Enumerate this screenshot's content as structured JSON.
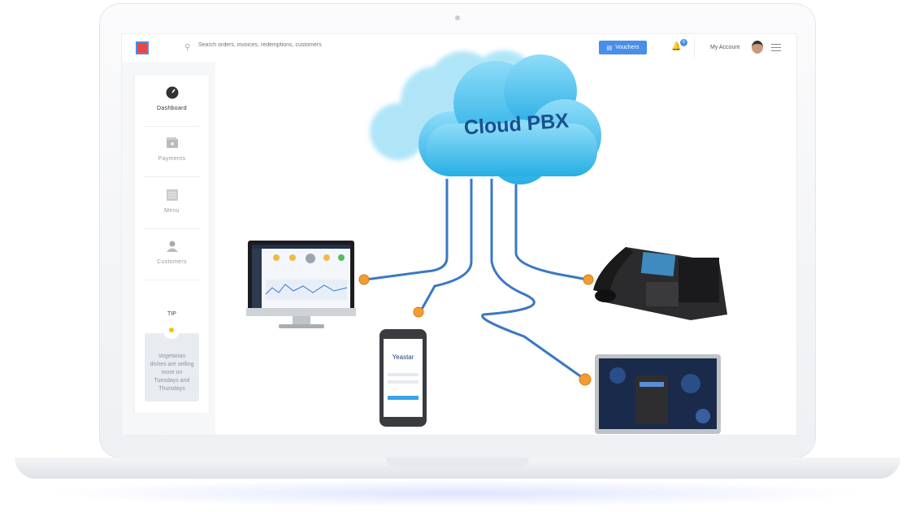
{
  "topbar": {
    "logo_icon": "app-logo",
    "search_placeholder": "Search orders, invoices, redemptions, customers",
    "vouchers_label": "Vouchers",
    "notification_count": "5",
    "account_label": "My Account"
  },
  "sidebar": {
    "items": [
      {
        "label": "Dashboard",
        "icon": "gauge-icon",
        "active": true
      },
      {
        "label": "Payments",
        "icon": "wallet-icon",
        "active": false
      },
      {
        "label": "Menu",
        "icon": "menu-list-icon",
        "active": false
      },
      {
        "label": "Customers",
        "icon": "customers-icon",
        "active": false
      }
    ],
    "tip_title": "TIP",
    "tip_text": "Vegetarian dishes are selling more on Tuesdays and Thursdays"
  },
  "diagram": {
    "cloud_label": "Cloud PBX",
    "phone_app_brand": "Yeastar",
    "colors": {
      "cloud": "#4fc3ee",
      "lines": "#3a78c4",
      "nodes": "#f39c32"
    }
  }
}
